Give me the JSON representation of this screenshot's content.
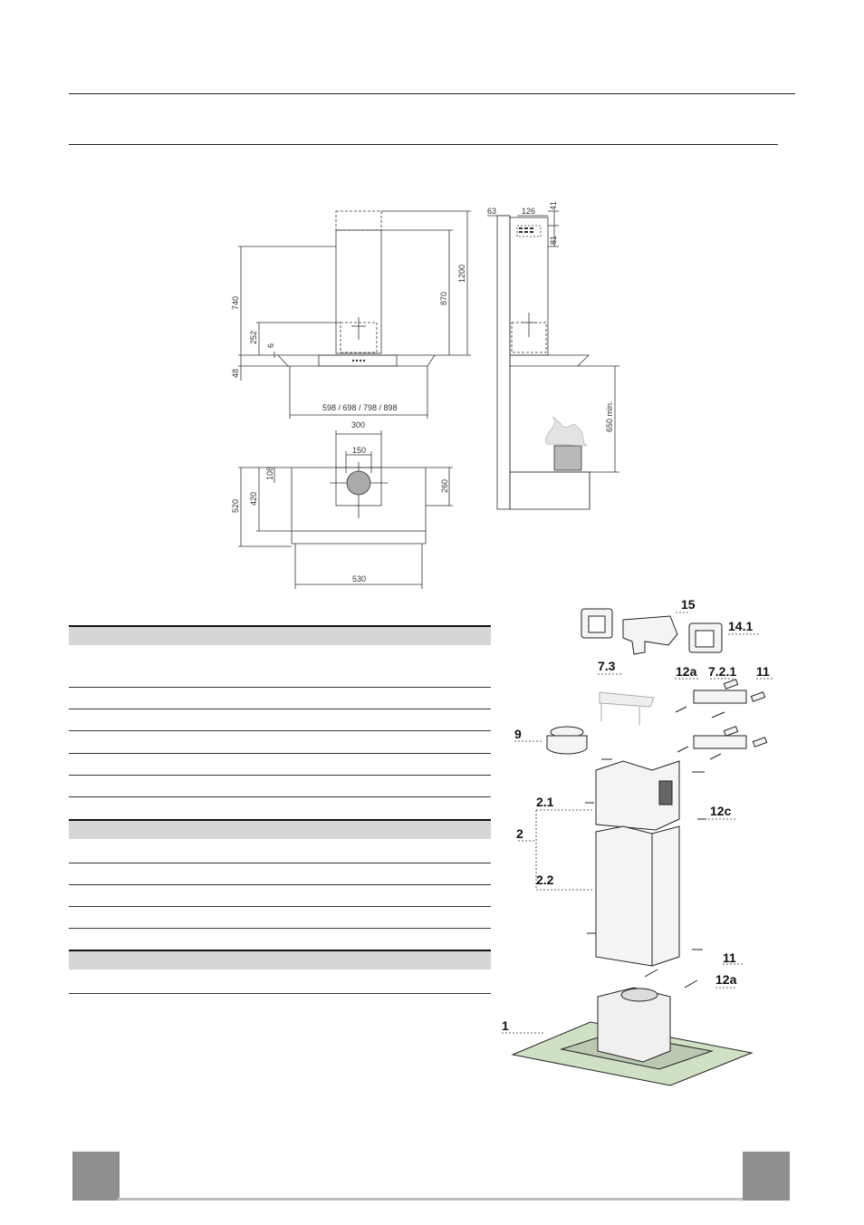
{
  "dimensions": {
    "front": {
      "height_total": "1200",
      "height_chimney": "870",
      "height_740": "740",
      "height_252": "252",
      "glass_6": "6",
      "canopy_48": "48",
      "widths": "598 / 698 / 798 / 898"
    },
    "side": {
      "d63": "63",
      "d126": "126",
      "d41": "41",
      "d81": "81",
      "min_height": "650 min."
    },
    "top": {
      "d300": "300",
      "d150": "150",
      "d108": "108",
      "d520": "520",
      "d420": "420",
      "d260": "260",
      "d530": "530"
    }
  },
  "parts": {
    "p15": "15",
    "p14_1": "14.1",
    "p7_3": "7.3",
    "p12a_top": "12a",
    "p7_2_1": "7.2.1",
    "p11_top": "11",
    "p9": "9",
    "p2_1": "2.1",
    "p12c": "12c",
    "p2": "2",
    "p2_2": "2.2",
    "p11_bottom": "11",
    "p12a_bottom": "12a",
    "p1": "1"
  },
  "colors": {
    "glass": "#cfe0c4",
    "table_header": "#d6d6d6",
    "tab": "#8f8f8f"
  }
}
